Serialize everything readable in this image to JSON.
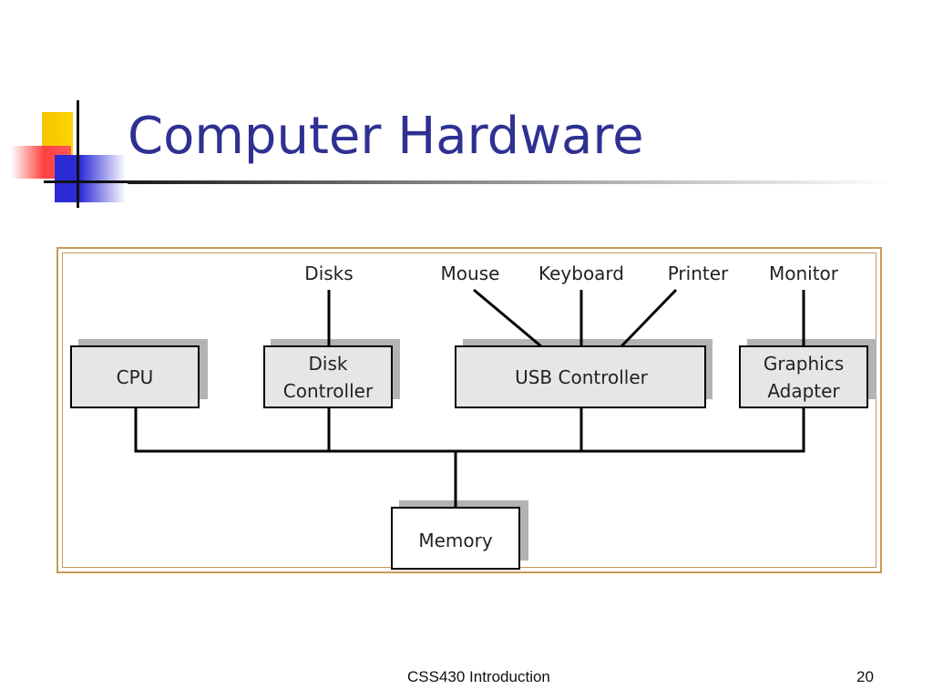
{
  "slide": {
    "title": "Computer Hardware",
    "footer_text": "CSS430 Introduction",
    "page_number": "20"
  },
  "diagram": {
    "components": {
      "cpu": [
        "CPU"
      ],
      "disk_controller": [
        "Disk",
        "Controller"
      ],
      "usb_controller": [
        "USB Controller"
      ],
      "graphics_adapter": [
        "Graphics",
        "Adapter"
      ],
      "memory": [
        "Memory"
      ]
    },
    "devices": {
      "disks": "Disks",
      "mouse": "Mouse",
      "keyboard": "Keyboard",
      "printer": "Printer",
      "monitor": "Monitor"
    }
  }
}
